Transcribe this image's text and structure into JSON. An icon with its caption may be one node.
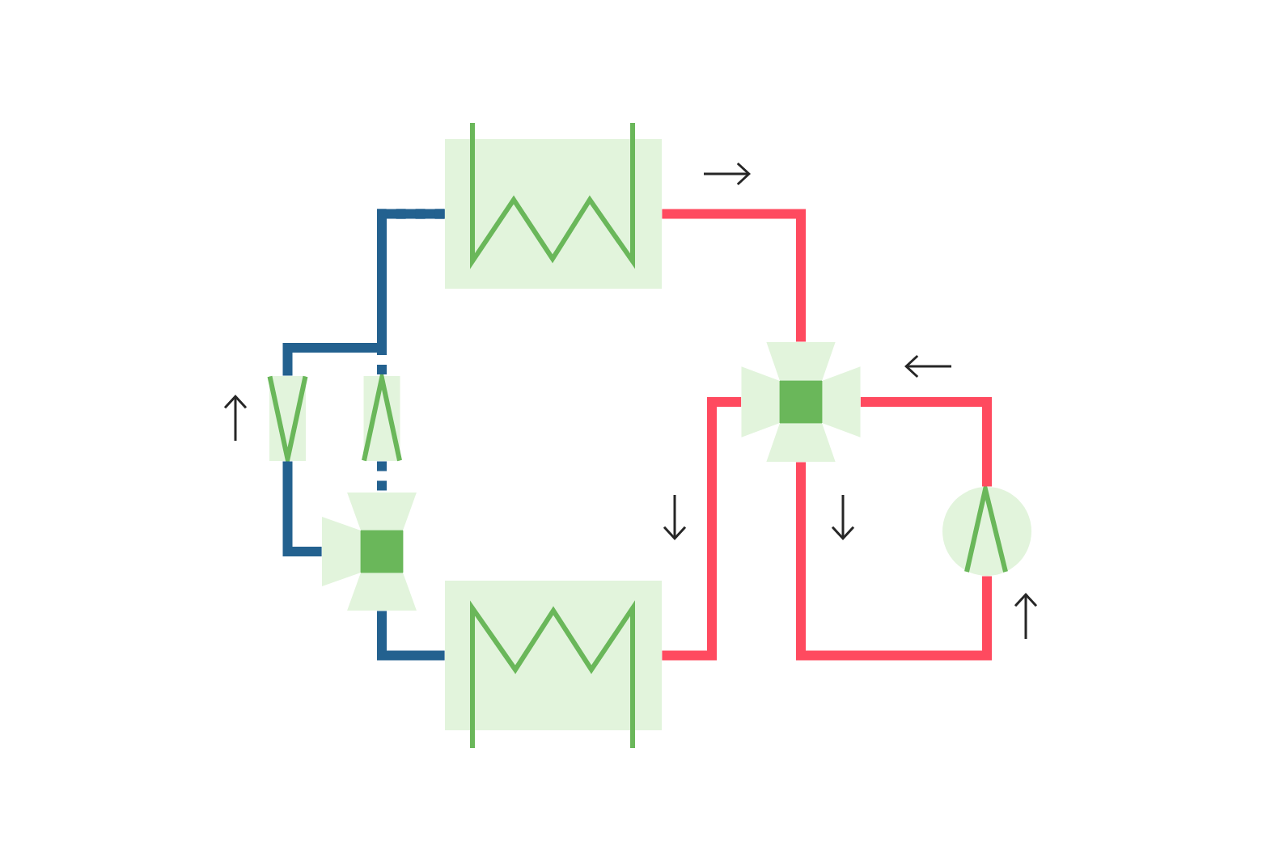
{
  "diagram": {
    "nodes": [
      {
        "text": [],
        "shape": "box"
      },
      {
        "text": [],
        "shape": "box"
      },
      {
        "text": [],
        "shape": "valve"
      },
      {
        "text": [],
        "shape": "valve"
      },
      {
        "text": [],
        "shape": "valve"
      },
      {
        "text": [],
        "shape": "valve"
      },
      {
        "text": [],
        "shape": "circle"
      }
    ],
    "edges": [
      {
        "from": 0,
        "to": 4,
        "arrow": "none",
        "color": "#23618f"
      },
      {
        "from": 0,
        "to": 5,
        "arrow": "none",
        "style": "dashed",
        "color": "#23618f"
      },
      {
        "from": 4,
        "to": 3,
        "arrow": "none",
        "color": "#23618f"
      },
      {
        "from": 5,
        "to": 3,
        "arrow": "none",
        "style": "dashed",
        "color": "#23618f"
      },
      {
        "from": 3,
        "to": 1,
        "arrow": "none",
        "color": "#23618f"
      },
      {
        "from": 0,
        "to": 2,
        "arrow": "none",
        "color": "#ff4a5f"
      },
      {
        "from": 1,
        "to": 2,
        "arrow": "none",
        "color": "#ff4a5f"
      },
      {
        "from": 2,
        "to": 6,
        "arrow": "none",
        "color": "#ff4a5f"
      },
      {
        "from": 6,
        "to": 2,
        "arrow": "none",
        "color": "#ff4a5f"
      }
    ]
  }
}
